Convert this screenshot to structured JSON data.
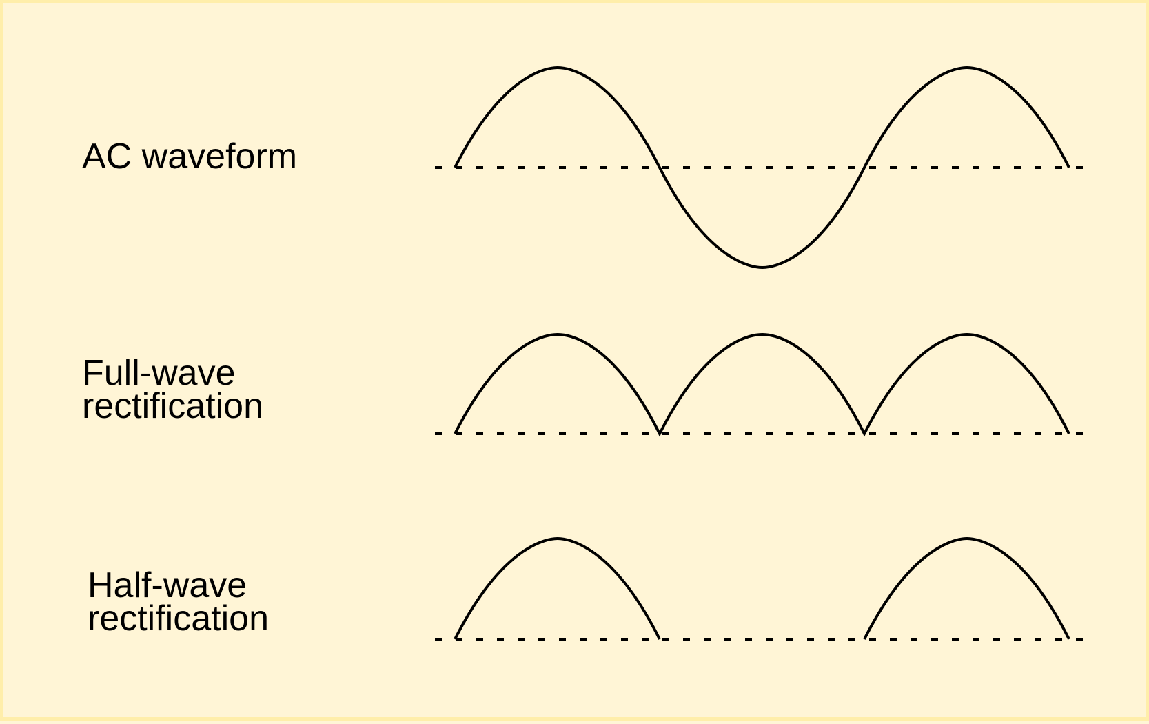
{
  "labels": {
    "ac": {
      "line1": "AC waveform"
    },
    "full": {
      "line1": "Full-wave",
      "line2": "rectification"
    },
    "half": {
      "line1": "Half-wave",
      "line2": "rectification"
    }
  },
  "colors": {
    "background": "#fff5d6",
    "border": "#ffeeaa",
    "stroke": "#000000"
  },
  "rows": [
    {
      "key": "ac",
      "type": "sine",
      "cycles": 1.5
    },
    {
      "key": "full",
      "type": "full-wave-rectified",
      "humps": 3
    },
    {
      "key": "half",
      "type": "half-wave-rectified",
      "humps": 2
    }
  ]
}
